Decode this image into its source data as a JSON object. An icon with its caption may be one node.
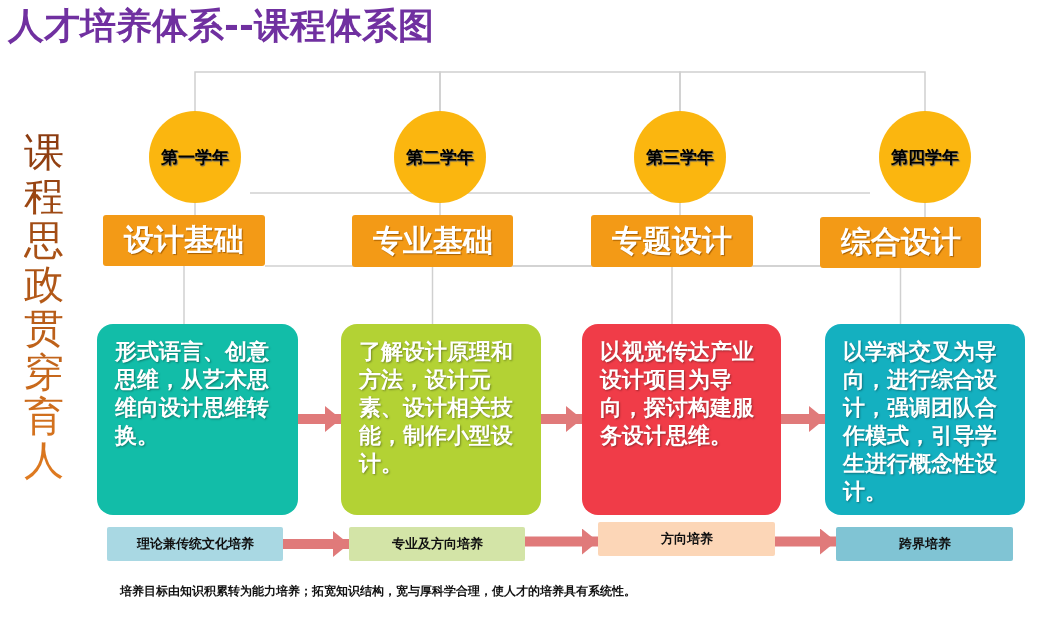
{
  "diagram": {
    "title": "人才培养体系--课程体系图",
    "caption": "培养目标由知识积累转为能力培养；拓宽知识结构，宽与厚科学合理，使人才的培养具有系统性。",
    "nodes": [
      {
        "text": [
          "第一学年"
        ]
      },
      {
        "text": [
          "第二学年"
        ]
      },
      {
        "text": [
          "第三学年"
        ]
      },
      {
        "text": [
          "第四学年"
        ]
      },
      {
        "text": [
          "设计基础"
        ]
      },
      {
        "text": [
          "专业基础"
        ]
      },
      {
        "text": [
          "专题设计"
        ]
      },
      {
        "text": [
          "综合设计"
        ]
      },
      {
        "text": [
          "形式语言、创意思维，从艺术思维向设计思维转换。"
        ]
      },
      {
        "text": [
          "了解设计原理和方法，设计元素、设计相关技能，制作小型设计。"
        ]
      },
      {
        "text": [
          "以视觉传达产业设计项目为导向，探讨构建服务设计思维。"
        ]
      },
      {
        "text": [
          "以学科交叉为导向，进行综合设计，强调团队合作模式，引导学生进行概念性设计。"
        ]
      },
      {
        "text": [
          "理论兼传统文化培养"
        ]
      },
      {
        "text": [
          "专业及方向培养"
        ]
      },
      {
        "text": [
          "方向培养"
        ]
      },
      {
        "text": [
          "跨界培养"
        ]
      }
    ],
    "edges": [
      {
        "from": 0,
        "to": 1,
        "arrow": "none"
      },
      {
        "from": 1,
        "to": 2,
        "arrow": "none"
      },
      {
        "from": 2,
        "to": 3,
        "arrow": "none"
      },
      {
        "from": 0,
        "to": 4,
        "arrow": "none"
      },
      {
        "from": 1,
        "to": 5,
        "arrow": "none"
      },
      {
        "from": 2,
        "to": 6,
        "arrow": "none"
      },
      {
        "from": 3,
        "to": 7,
        "arrow": "none"
      },
      {
        "from": 4,
        "to": 8,
        "arrow": "none"
      },
      {
        "from": 5,
        "to": 9,
        "arrow": "none"
      },
      {
        "from": 6,
        "to": 10,
        "arrow": "none"
      },
      {
        "from": 7,
        "to": 11,
        "arrow": "none"
      },
      {
        "from": 8,
        "to": 9,
        "arrow": "to",
        "style": "thick",
        "color": "#e07a7a"
      },
      {
        "from": 9,
        "to": 10,
        "arrow": "to",
        "style": "thick",
        "color": "#e07a7a"
      },
      {
        "from": 10,
        "to": 11,
        "arrow": "to",
        "style": "thick",
        "color": "#e07a7a"
      },
      {
        "from": 12,
        "to": 13,
        "arrow": "to",
        "style": "thick",
        "color": "#e07a7a"
      },
      {
        "from": 13,
        "to": 14,
        "arrow": "to",
        "style": "thick",
        "color": "#e07a7a"
      },
      {
        "from": 14,
        "to": 15,
        "arrow": "to",
        "style": "thick",
        "color": "#e07a7a"
      }
    ],
    "labels": [
      "课程思政贯穿育人"
    ]
  }
}
